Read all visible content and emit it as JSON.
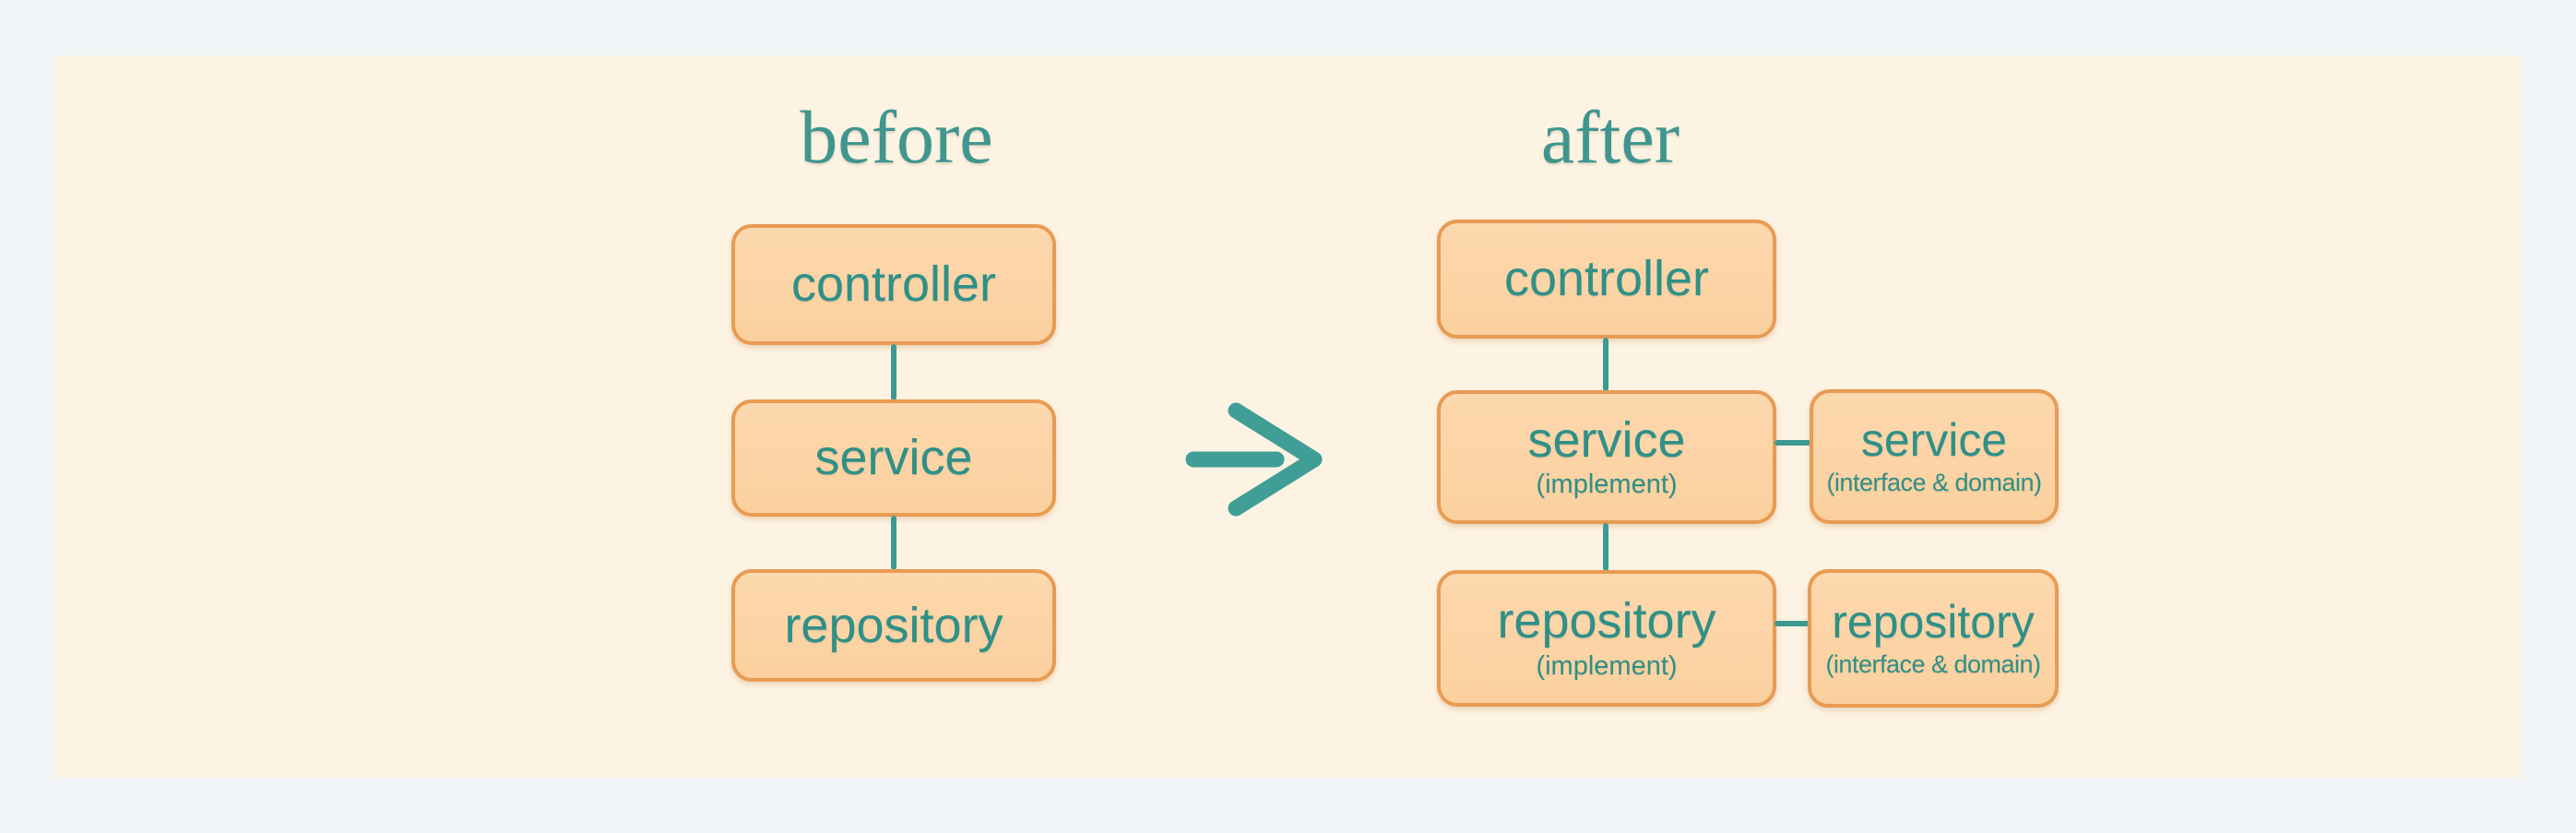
{
  "before": {
    "title": "before",
    "nodes": [
      {
        "label": "controller"
      },
      {
        "label": "service"
      },
      {
        "label": "repository"
      }
    ]
  },
  "after": {
    "title": "after",
    "nodes": [
      {
        "id": "controller",
        "label": "controller",
        "sub": ""
      },
      {
        "id": "service-implement",
        "label": "service",
        "sub": "(implement)"
      },
      {
        "id": "service-interface",
        "label": "service",
        "sub": "(interface & domain)"
      },
      {
        "id": "repository-implement",
        "label": "repository",
        "sub": "(implement)"
      },
      {
        "id": "repository-interface",
        "label": "repository",
        "sub": "(interface & domain)"
      }
    ]
  },
  "arrow": {
    "icon": "right-arrow",
    "color": "#3f9e96"
  },
  "colors": {
    "page_background": "#f2f5f8",
    "panel_background": "#fdf3e2",
    "box_fill": "#fbd2a3",
    "box_border": "#e89b53",
    "label_teal": "#2f9087",
    "title_teal": "#3f968e",
    "connector_teal": "#3c9a92"
  }
}
